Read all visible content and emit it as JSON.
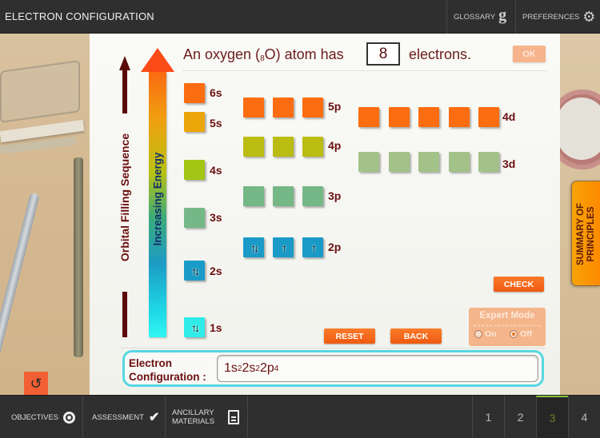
{
  "header": {
    "title": "ELECTRON CONFIGURATION",
    "glossary_label": "GLOSSARY",
    "glossary_icon": "g",
    "preferences_label": "PREFERENCES",
    "preferences_icon": "⚙"
  },
  "diagram": {
    "sequence_label": "Orbital Filling Sequence",
    "energy_label": "Increasing Energy",
    "question_prefix": "An oxygen (",
    "question_subscript": "8",
    "question_element": "O) atom has",
    "electron_count": "8",
    "question_suffix": "electrons.",
    "ok_label": "OK",
    "colors": {
      "orange": "#fb6d10",
      "amber": "#eda60a",
      "lime": "#a1c613",
      "olive": "#bbbc12",
      "green": "#76b787",
      "sage": "#a3c289",
      "blue": "#1a9ac7",
      "cyan": "#30ece8"
    },
    "orbitals": {
      "6s": {
        "label": "6s",
        "boxes": [
          ""
        ]
      },
      "5s": {
        "label": "5s",
        "boxes": [
          ""
        ]
      },
      "4s": {
        "label": "4s",
        "boxes": [
          ""
        ]
      },
      "3s": {
        "label": "3s",
        "boxes": [
          ""
        ]
      },
      "2s": {
        "label": "2s",
        "boxes": [
          "↑↓"
        ]
      },
      "1s": {
        "label": "1s",
        "boxes": [
          "↑↓"
        ]
      },
      "5p": {
        "label": "5p",
        "boxes": [
          "",
          "",
          ""
        ]
      },
      "4p": {
        "label": "4p",
        "boxes": [
          "",
          "",
          ""
        ]
      },
      "3p": {
        "label": "3p",
        "boxes": [
          "",
          "",
          ""
        ]
      },
      "2p": {
        "label": "2p",
        "boxes": [
          "↑↓",
          "↑",
          "↑"
        ]
      },
      "4d": {
        "label": "4d",
        "boxes": [
          "",
          "",
          "",
          "",
          ""
        ]
      },
      "3d": {
        "label": "3d",
        "boxes": [
          "",
          "",
          "",
          "",
          ""
        ]
      }
    }
  },
  "actions": {
    "check_label": "CHECK",
    "reset_label": "RESET",
    "back_label": "BACK",
    "expert_mode": {
      "title": "Expert Mode",
      "on_label": "On",
      "off_label": "Off",
      "selected": "Off"
    }
  },
  "config": {
    "label_line1": "Electron",
    "label_line2": "Configuration :",
    "value_parts": [
      {
        "base": "1s",
        "sup": "2"
      },
      {
        "base": "2s",
        "sup": "2"
      },
      {
        "base": "2p",
        "sup": "4"
      }
    ]
  },
  "side": {
    "summary_line1": "SUMMARY OF",
    "summary_line2": "PRINCIPLES",
    "undo_icon": "↺"
  },
  "footer": {
    "objectives_label": "OBJECTIVES",
    "assessment_label": "ASSESSMENT",
    "ancillary_line1": "ANCILLARY",
    "ancillary_line2": "MATERIALS",
    "check_icon": "✔",
    "pages": [
      "1",
      "2",
      "3",
      "4"
    ],
    "active_page": "3"
  }
}
